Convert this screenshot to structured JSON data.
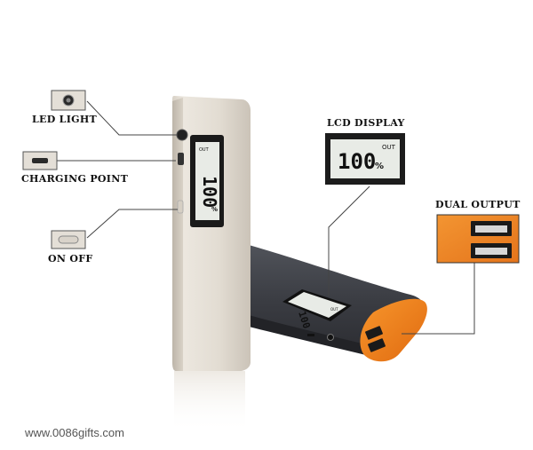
{
  "labels": {
    "led_light": "LED LIGHT",
    "charging_point": "CHARGING POINT",
    "on_off": "ON OFF",
    "lcd_display": "LCD DISPLAY",
    "dual_output": "DUAL OUTPUT"
  },
  "lcd": {
    "percent": "100",
    "unit": "%",
    "out": "OUT"
  },
  "watermark": "www.0086gifts.com",
  "colors": {
    "accent": "#f07f1a",
    "body_light": "#e3ddd4",
    "body_dark": "#3c3e44",
    "lcd_bg": "#e8ebe6"
  }
}
